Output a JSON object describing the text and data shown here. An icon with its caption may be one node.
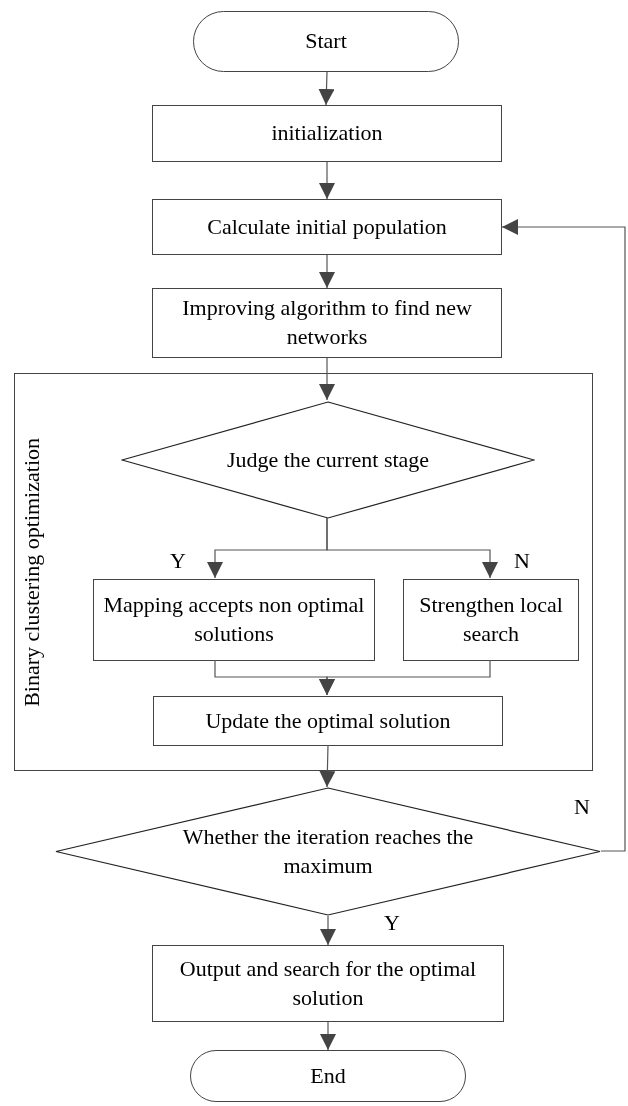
{
  "diagram": {
    "nodes": [
      {
        "text": [
          "Start"
        ]
      },
      {
        "text": [
          "initialization"
        ]
      },
      {
        "text": [
          "Calculate initial population"
        ]
      },
      {
        "text": [
          "Improving algorithm to find new networks"
        ]
      },
      {
        "text": [
          "Binary clustering optimization"
        ]
      },
      {
        "text": [
          "Judge the current stage"
        ],
        "in": 4
      },
      {
        "text": [
          "Mapping accepts non optimal solutions"
        ],
        "in": 4
      },
      {
        "text": [
          "Strengthen local search"
        ],
        "in": 4
      },
      {
        "text": [
          "Update the optimal solution"
        ],
        "in": 4
      },
      {
        "text": [
          "Whether the iteration reaches the maximum"
        ]
      },
      {
        "text": [
          "Output and search for the optimal solution"
        ]
      },
      {
        "text": [
          "End"
        ]
      }
    ],
    "edges": [
      {
        "from": 0,
        "to": 1,
        "arrow": "to"
      },
      {
        "from": 1,
        "to": 2,
        "arrow": "to"
      },
      {
        "from": 2,
        "to": 3,
        "arrow": "to"
      },
      {
        "from": 3,
        "to": 5,
        "arrow": "to"
      },
      {
        "from": 5,
        "to": 6,
        "arrow": "to",
        "label": "Y"
      },
      {
        "from": 5,
        "to": 7,
        "arrow": "to",
        "label": "N"
      },
      {
        "from": 6,
        "to": 8,
        "arrow": "to"
      },
      {
        "from": 7,
        "to": 8,
        "arrow": "to"
      },
      {
        "from": 8,
        "to": 9,
        "arrow": "to"
      },
      {
        "from": 9,
        "to": 2,
        "arrow": "to",
        "label": "N"
      },
      {
        "from": 9,
        "to": 10,
        "arrow": "to",
        "label": "Y"
      },
      {
        "from": 10,
        "to": 11,
        "arrow": "to"
      }
    ]
  }
}
